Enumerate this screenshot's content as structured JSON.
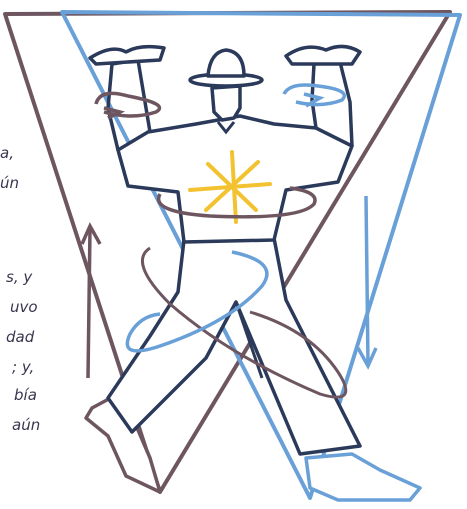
{
  "text_fragments": [
    "a,",
    "ún",
    "s, y",
    "uvo",
    "dad",
    "; y,",
    "bía",
    "aún"
  ],
  "colors": {
    "ink": "#2b3a5a",
    "mauve": "#6e5660",
    "blue": "#6aa0d8",
    "yellow": "#f2c230",
    "text": "#3b3550"
  }
}
